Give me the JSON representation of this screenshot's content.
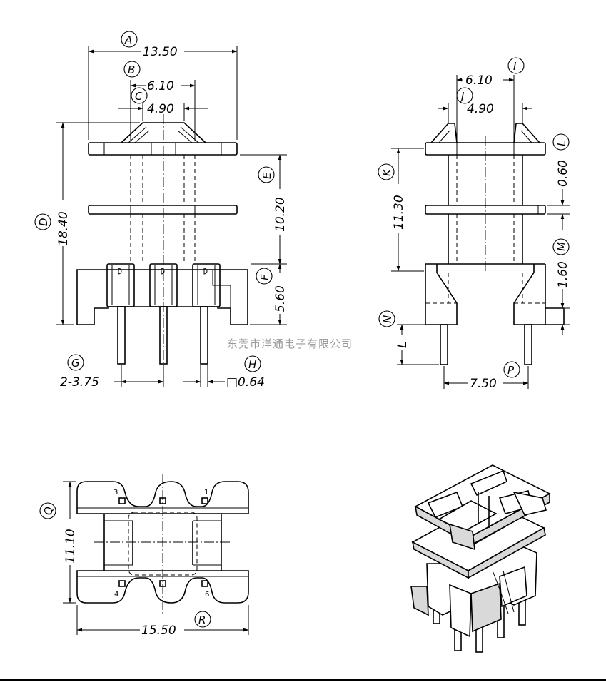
{
  "labels": {
    "A": "A",
    "B": "B",
    "C": "C",
    "D": "D",
    "E": "E",
    "F": "F",
    "G": "G",
    "H": "H",
    "I": "I",
    "J": "J",
    "K": "K",
    "L": "L",
    "M": "M",
    "N": "N",
    "P": "P",
    "Q": "Q",
    "R": "R"
  },
  "dims": {
    "A": "13.50",
    "B": "6.10",
    "C": "4.90",
    "D": "18.40",
    "E": "10.20",
    "F": "5.60",
    "G": "2-3.75",
    "H": "□0.64",
    "I": "6.10",
    "J": "4.90",
    "K": "11.30",
    "L": "0.60",
    "M": "1.60",
    "N": "L",
    "P": "7.50",
    "Q": "11.10",
    "R": "15.50"
  },
  "pins": {
    "p1": "1",
    "p3": "3",
    "p4": "4",
    "p6": "6"
  },
  "watermark": "东莞市洋通电子有限公司"
}
